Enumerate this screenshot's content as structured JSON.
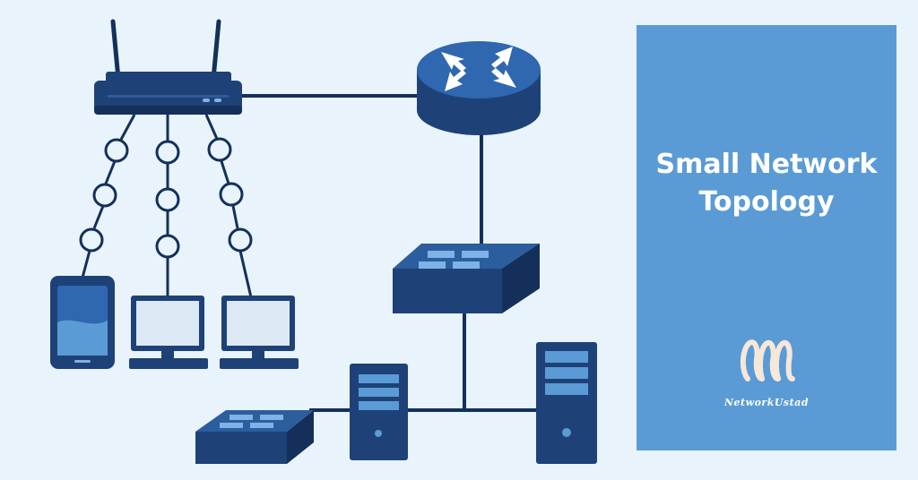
{
  "panel": {
    "title_line1": "Small Network",
    "title_line2": "Topology",
    "brand": "NetworkUstad"
  },
  "colors": {
    "background": "#e8f3fb",
    "device": "#1e4277",
    "device_dark": "#14305a",
    "accent": "#5b9bd5",
    "screen": "#dce8f4",
    "panel": "#5b9bd5"
  },
  "icons": [
    "wireless-router-icon",
    "router-icon",
    "switch-icon",
    "server-icon",
    "smartphone-icon",
    "desktop-computer-icon",
    "logo-icon"
  ]
}
